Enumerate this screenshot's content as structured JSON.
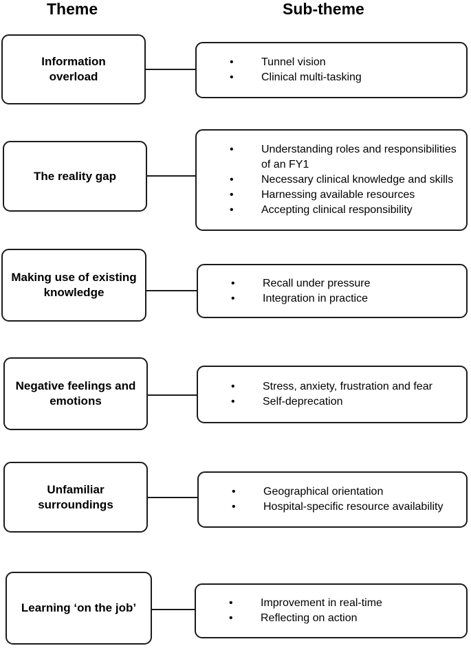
{
  "headers": {
    "theme": "Theme",
    "subtheme": "Sub-theme"
  },
  "rows": [
    {
      "theme": "Information overload",
      "subthemes": [
        "Tunnel vision",
        "Clinical multi-tasking"
      ]
    },
    {
      "theme": "The reality gap",
      "subthemes": [
        "Understanding roles and responsibilities of an FY1",
        "Necessary clinical knowledge and skills",
        "Harnessing available resources",
        "Accepting clinical responsibility"
      ]
    },
    {
      "theme": "Making use of existing knowledge",
      "subthemes": [
        "Recall under pressure",
        "Integration in practice"
      ]
    },
    {
      "theme": "Negative feelings and emotions",
      "subthemes": [
        "Stress, anxiety, frustration and fear",
        "Self-deprecation"
      ]
    },
    {
      "theme": "Unfamiliar surroundings",
      "subthemes": [
        "Geographical orientation",
        "Hospital-specific resource availability"
      ]
    },
    {
      "theme": "Learning ‘on the job’",
      "subthemes": [
        "Improvement in real-time",
        "Reflecting on action"
      ]
    }
  ]
}
